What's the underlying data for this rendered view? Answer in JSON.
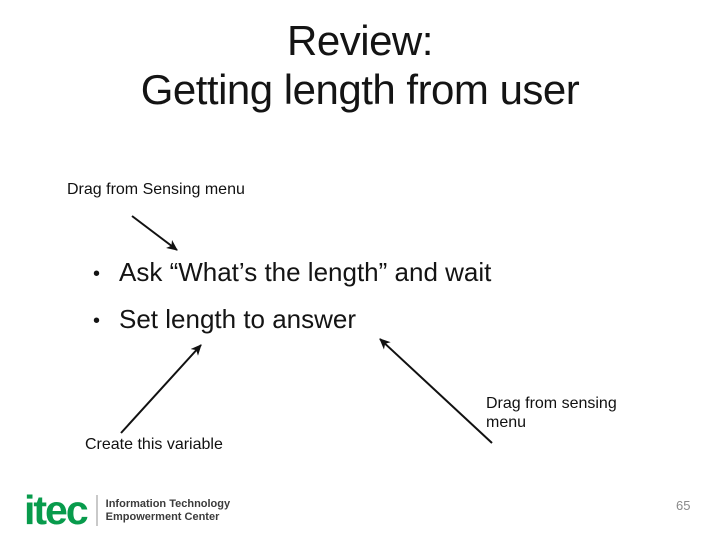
{
  "slide": {
    "title_line1": "Review:",
    "title_line2": "Getting length from user",
    "label_top": "Drag from Sensing menu",
    "bullet_char": "•",
    "bullets": [
      "Ask “What’s the length” and wait",
      "Set length to answer"
    ],
    "label_bottom_left": "Create this variable",
    "label_bottom_right_lines": [
      "Drag from sensing",
      "menu"
    ],
    "page_number": "65"
  },
  "footer_logo": {
    "brand": "itec",
    "tagline_line1": "Information Technology",
    "tagline_line2": "Empowerment Center",
    "brand_color": "#089B4C"
  },
  "colors": {
    "arrow": "#111111",
    "text": "#141414"
  }
}
